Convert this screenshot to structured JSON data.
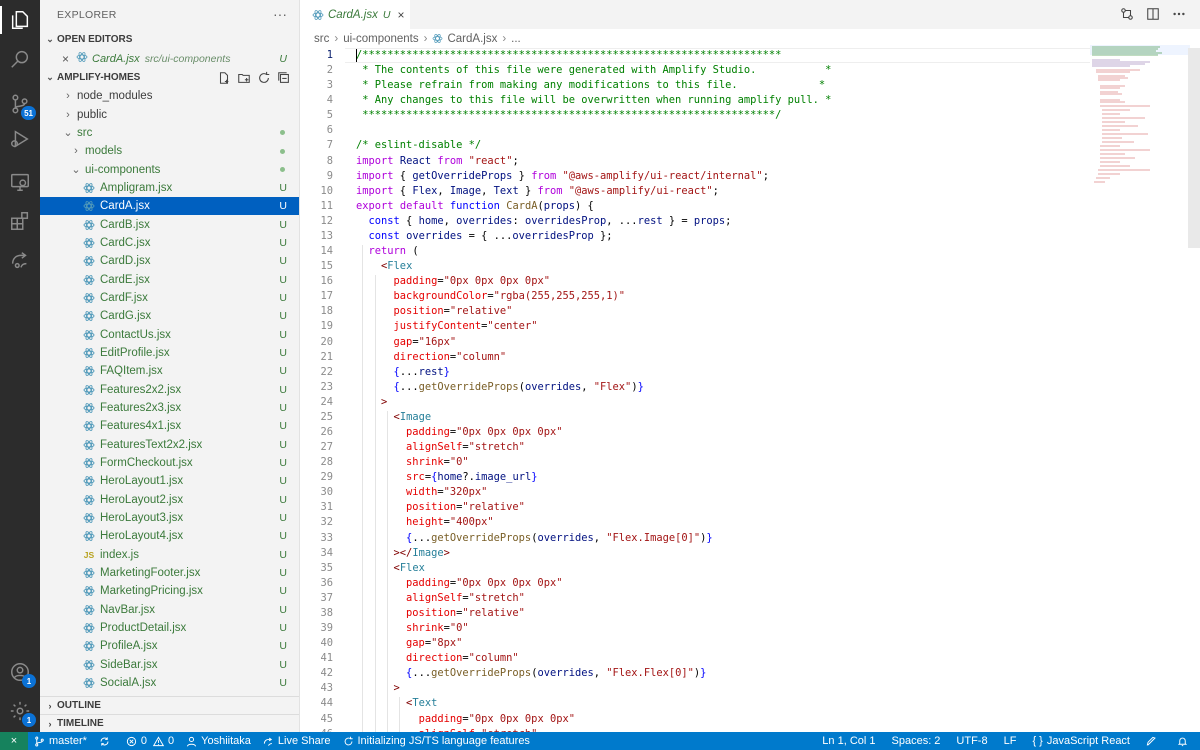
{
  "activity_bar": {
    "source_control_badge": "51",
    "accounts_badge": "1",
    "settings_badge": "1"
  },
  "sidebar": {
    "title": "EXPLORER",
    "more_label": "···",
    "open_editors_header": "OPEN EDITORS",
    "open_editor": {
      "close": "×",
      "name": "CardA.jsx",
      "path": "src/ui-components",
      "status": "U"
    },
    "workspace_header": "AMPLIFY-HOMES",
    "tree": [
      {
        "label": "node_modules",
        "kind": "folder",
        "depth": 0,
        "open": false,
        "status": ""
      },
      {
        "label": "public",
        "kind": "folder",
        "depth": 0,
        "open": false,
        "status": ""
      },
      {
        "label": "src",
        "kind": "folder",
        "depth": 0,
        "open": true,
        "status": "dot"
      },
      {
        "label": "models",
        "kind": "folder",
        "depth": 1,
        "open": false,
        "status": "dot"
      },
      {
        "label": "ui-components",
        "kind": "folder",
        "depth": 1,
        "open": true,
        "status": "dot"
      },
      {
        "label": "Ampligram.jsx",
        "kind": "react",
        "depth": 2,
        "status": "U"
      },
      {
        "label": "CardA.jsx",
        "kind": "react",
        "depth": 2,
        "status": "U",
        "selected": true
      },
      {
        "label": "CardB.jsx",
        "kind": "react",
        "depth": 2,
        "status": "U"
      },
      {
        "label": "CardC.jsx",
        "kind": "react",
        "depth": 2,
        "status": "U"
      },
      {
        "label": "CardD.jsx",
        "kind": "react",
        "depth": 2,
        "status": "U"
      },
      {
        "label": "CardE.jsx",
        "kind": "react",
        "depth": 2,
        "status": "U"
      },
      {
        "label": "CardF.jsx",
        "kind": "react",
        "depth": 2,
        "status": "U"
      },
      {
        "label": "CardG.jsx",
        "kind": "react",
        "depth": 2,
        "status": "U"
      },
      {
        "label": "ContactUs.jsx",
        "kind": "react",
        "depth": 2,
        "status": "U"
      },
      {
        "label": "EditProfile.jsx",
        "kind": "react",
        "depth": 2,
        "status": "U"
      },
      {
        "label": "FAQItem.jsx",
        "kind": "react",
        "depth": 2,
        "status": "U"
      },
      {
        "label": "Features2x2.jsx",
        "kind": "react",
        "depth": 2,
        "status": "U"
      },
      {
        "label": "Features2x3.jsx",
        "kind": "react",
        "depth": 2,
        "status": "U"
      },
      {
        "label": "Features4x1.jsx",
        "kind": "react",
        "depth": 2,
        "status": "U"
      },
      {
        "label": "FeaturesText2x2.jsx",
        "kind": "react",
        "depth": 2,
        "status": "U"
      },
      {
        "label": "FormCheckout.jsx",
        "kind": "react",
        "depth": 2,
        "status": "U"
      },
      {
        "label": "HeroLayout1.jsx",
        "kind": "react",
        "depth": 2,
        "status": "U"
      },
      {
        "label": "HeroLayout2.jsx",
        "kind": "react",
        "depth": 2,
        "status": "U"
      },
      {
        "label": "HeroLayout3.jsx",
        "kind": "react",
        "depth": 2,
        "status": "U"
      },
      {
        "label": "HeroLayout4.jsx",
        "kind": "react",
        "depth": 2,
        "status": "U"
      },
      {
        "label": "index.js",
        "kind": "js",
        "depth": 2,
        "status": "U"
      },
      {
        "label": "MarketingFooter.jsx",
        "kind": "react",
        "depth": 2,
        "status": "U"
      },
      {
        "label": "MarketingPricing.jsx",
        "kind": "react",
        "depth": 2,
        "status": "U"
      },
      {
        "label": "NavBar.jsx",
        "kind": "react",
        "depth": 2,
        "status": "U"
      },
      {
        "label": "ProductDetail.jsx",
        "kind": "react",
        "depth": 2,
        "status": "U"
      },
      {
        "label": "ProfileA.jsx",
        "kind": "react",
        "depth": 2,
        "status": "U"
      },
      {
        "label": "SideBar.jsx",
        "kind": "react",
        "depth": 2,
        "status": "U"
      },
      {
        "label": "SocialA.jsx",
        "kind": "react",
        "depth": 2,
        "status": "U"
      }
    ],
    "outline_header": "OUTLINE",
    "timeline_header": "TIMELINE"
  },
  "editor": {
    "tab": {
      "name": "CardA.jsx",
      "status": "U",
      "close": "×"
    },
    "breadcrumb": [
      "src",
      "ui-components",
      "CardA.jsx",
      "..."
    ],
    "current_line": 1,
    "lines": [
      [
        [
          "c",
          "/*******************************************************************"
        ]
      ],
      [
        [
          "c",
          " * The contents of this file were generated with Amplify Studio.           *"
        ]
      ],
      [
        [
          "c",
          " * Please refrain from making any modifications to this file.             *"
        ]
      ],
      [
        [
          "c",
          " * Any changes to this file will be overwritten when running amplify pull. *"
        ]
      ],
      [
        [
          "c",
          " ******************************************************************/"
        ]
      ],
      [],
      [
        [
          "c",
          "/* eslint-disable */"
        ]
      ],
      [
        [
          "kw",
          "import"
        ],
        [
          "p",
          " "
        ],
        [
          "v",
          "React"
        ],
        [
          "p",
          " "
        ],
        [
          "kw",
          "from"
        ],
        [
          "p",
          " "
        ],
        [
          "s",
          "\"react\""
        ],
        [
          "p",
          ";"
        ]
      ],
      [
        [
          "kw",
          "import"
        ],
        [
          "p",
          " { "
        ],
        [
          "v",
          "getOverrideProps"
        ],
        [
          "p",
          " } "
        ],
        [
          "kw",
          "from"
        ],
        [
          "p",
          " "
        ],
        [
          "s",
          "\"@aws-amplify/ui-react/internal\""
        ],
        [
          "p",
          ";"
        ]
      ],
      [
        [
          "kw",
          "import"
        ],
        [
          "p",
          " { "
        ],
        [
          "v",
          "Flex"
        ],
        [
          "p",
          ", "
        ],
        [
          "v",
          "Image"
        ],
        [
          "p",
          ", "
        ],
        [
          "v",
          "Text"
        ],
        [
          "p",
          " } "
        ],
        [
          "kw",
          "from"
        ],
        [
          "p",
          " "
        ],
        [
          "s",
          "\"@aws-amplify/ui-react\""
        ],
        [
          "p",
          ";"
        ]
      ],
      [
        [
          "kw",
          "export"
        ],
        [
          "p",
          " "
        ],
        [
          "kw",
          "default"
        ],
        [
          "p",
          " "
        ],
        [
          "k",
          "function"
        ],
        [
          "p",
          " "
        ],
        [
          "f",
          "CardA"
        ],
        [
          "p",
          "("
        ],
        [
          "v",
          "props"
        ],
        [
          "p",
          ") {"
        ]
      ],
      [
        [
          "p",
          "  "
        ],
        [
          "k",
          "const"
        ],
        [
          "p",
          " { "
        ],
        [
          "v",
          "home"
        ],
        [
          "p",
          ", "
        ],
        [
          "v",
          "overrides"
        ],
        [
          "p",
          ": "
        ],
        [
          "v",
          "overridesProp"
        ],
        [
          "p",
          ", ..."
        ],
        [
          "v",
          "rest"
        ],
        [
          "p",
          " } = "
        ],
        [
          "v",
          "props"
        ],
        [
          "p",
          ";"
        ]
      ],
      [
        [
          "p",
          "  "
        ],
        [
          "k",
          "const"
        ],
        [
          "p",
          " "
        ],
        [
          "v",
          "overrides"
        ],
        [
          "p",
          " = { ..."
        ],
        [
          "v",
          "overridesProp"
        ],
        [
          "p",
          " };"
        ]
      ],
      [
        [
          "p",
          "  "
        ],
        [
          "kw",
          "return"
        ],
        [
          "p",
          " ("
        ]
      ],
      [
        [
          "p",
          "    "
        ],
        [
          "tg",
          "<"
        ],
        [
          "t",
          "Flex"
        ]
      ],
      [
        [
          "p",
          "      "
        ],
        [
          "at",
          "padding"
        ],
        [
          "p",
          "="
        ],
        [
          "s",
          "\"0px 0px 0px 0px\""
        ]
      ],
      [
        [
          "p",
          "      "
        ],
        [
          "at",
          "backgroundColor"
        ],
        [
          "p",
          "="
        ],
        [
          "s",
          "\"rgba(255,255,255,1)\""
        ]
      ],
      [
        [
          "p",
          "      "
        ],
        [
          "at",
          "position"
        ],
        [
          "p",
          "="
        ],
        [
          "s",
          "\"relative\""
        ]
      ],
      [
        [
          "p",
          "      "
        ],
        [
          "at",
          "justifyContent"
        ],
        [
          "p",
          "="
        ],
        [
          "s",
          "\"center\""
        ]
      ],
      [
        [
          "p",
          "      "
        ],
        [
          "at",
          "gap"
        ],
        [
          "p",
          "="
        ],
        [
          "s",
          "\"16px\""
        ]
      ],
      [
        [
          "p",
          "      "
        ],
        [
          "at",
          "direction"
        ],
        [
          "p",
          "="
        ],
        [
          "s",
          "\"column\""
        ]
      ],
      [
        [
          "p",
          "      "
        ],
        [
          "k",
          "{"
        ],
        [
          "p",
          "..."
        ],
        [
          "v",
          "rest"
        ],
        [
          "k",
          "}"
        ]
      ],
      [
        [
          "p",
          "      "
        ],
        [
          "k",
          "{"
        ],
        [
          "p",
          "..."
        ],
        [
          "f",
          "getOverrideProps"
        ],
        [
          "p",
          "("
        ],
        [
          "v",
          "overrides"
        ],
        [
          "p",
          ", "
        ],
        [
          "s",
          "\"Flex\""
        ],
        [
          "p",
          ")"
        ],
        [
          "k",
          "}"
        ]
      ],
      [
        [
          "p",
          "    "
        ],
        [
          "tg",
          ">"
        ]
      ],
      [
        [
          "p",
          "      "
        ],
        [
          "tg",
          "<"
        ],
        [
          "t",
          "Image"
        ]
      ],
      [
        [
          "p",
          "        "
        ],
        [
          "at",
          "padding"
        ],
        [
          "p",
          "="
        ],
        [
          "s",
          "\"0px 0px 0px 0px\""
        ]
      ],
      [
        [
          "p",
          "        "
        ],
        [
          "at",
          "alignSelf"
        ],
        [
          "p",
          "="
        ],
        [
          "s",
          "\"stretch\""
        ]
      ],
      [
        [
          "p",
          "        "
        ],
        [
          "at",
          "shrink"
        ],
        [
          "p",
          "="
        ],
        [
          "s",
          "\"0\""
        ]
      ],
      [
        [
          "p",
          "        "
        ],
        [
          "at",
          "src"
        ],
        [
          "p",
          "="
        ],
        [
          "k",
          "{"
        ],
        [
          "v",
          "home"
        ],
        [
          "p",
          "?."
        ],
        [
          "v",
          "image_url"
        ],
        [
          "k",
          "}"
        ]
      ],
      [
        [
          "p",
          "        "
        ],
        [
          "at",
          "width"
        ],
        [
          "p",
          "="
        ],
        [
          "s",
          "\"320px\""
        ]
      ],
      [
        [
          "p",
          "        "
        ],
        [
          "at",
          "position"
        ],
        [
          "p",
          "="
        ],
        [
          "s",
          "\"relative\""
        ]
      ],
      [
        [
          "p",
          "        "
        ],
        [
          "at",
          "height"
        ],
        [
          "p",
          "="
        ],
        [
          "s",
          "\"400px\""
        ]
      ],
      [
        [
          "p",
          "        "
        ],
        [
          "k",
          "{"
        ],
        [
          "p",
          "..."
        ],
        [
          "f",
          "getOverrideProps"
        ],
        [
          "p",
          "("
        ],
        [
          "v",
          "overrides"
        ],
        [
          "p",
          ", "
        ],
        [
          "s",
          "\"Flex.Image[0]\""
        ],
        [
          "p",
          ")"
        ],
        [
          "k",
          "}"
        ]
      ],
      [
        [
          "p",
          "      "
        ],
        [
          "tg",
          "></"
        ],
        [
          "t",
          "Image"
        ],
        [
          "tg",
          ">"
        ]
      ],
      [
        [
          "p",
          "      "
        ],
        [
          "tg",
          "<"
        ],
        [
          "t",
          "Flex"
        ]
      ],
      [
        [
          "p",
          "        "
        ],
        [
          "at",
          "padding"
        ],
        [
          "p",
          "="
        ],
        [
          "s",
          "\"0px 0px 0px 0px\""
        ]
      ],
      [
        [
          "p",
          "        "
        ],
        [
          "at",
          "alignSelf"
        ],
        [
          "p",
          "="
        ],
        [
          "s",
          "\"stretch\""
        ]
      ],
      [
        [
          "p",
          "        "
        ],
        [
          "at",
          "position"
        ],
        [
          "p",
          "="
        ],
        [
          "s",
          "\"relative\""
        ]
      ],
      [
        [
          "p",
          "        "
        ],
        [
          "at",
          "shrink"
        ],
        [
          "p",
          "="
        ],
        [
          "s",
          "\"0\""
        ]
      ],
      [
        [
          "p",
          "        "
        ],
        [
          "at",
          "gap"
        ],
        [
          "p",
          "="
        ],
        [
          "s",
          "\"8px\""
        ]
      ],
      [
        [
          "p",
          "        "
        ],
        [
          "at",
          "direction"
        ],
        [
          "p",
          "="
        ],
        [
          "s",
          "\"column\""
        ]
      ],
      [
        [
          "p",
          "        "
        ],
        [
          "k",
          "{"
        ],
        [
          "p",
          "..."
        ],
        [
          "f",
          "getOverrideProps"
        ],
        [
          "p",
          "("
        ],
        [
          "v",
          "overrides"
        ],
        [
          "p",
          ", "
        ],
        [
          "s",
          "\"Flex.Flex[0]\""
        ],
        [
          "p",
          ")"
        ],
        [
          "k",
          "}"
        ]
      ],
      [
        [
          "p",
          "      "
        ],
        [
          "tg",
          ">"
        ]
      ],
      [
        [
          "p",
          "        "
        ],
        [
          "tg",
          "<"
        ],
        [
          "t",
          "Text"
        ]
      ],
      [
        [
          "p",
          "          "
        ],
        [
          "at",
          "padding"
        ],
        [
          "p",
          "="
        ],
        [
          "s",
          "\"0px 0px 0px 0px\""
        ]
      ],
      [
        [
          "p",
          "          "
        ],
        [
          "at",
          "alignSelf"
        ],
        [
          "p",
          "="
        ],
        [
          "s",
          "\"stretch\""
        ]
      ]
    ]
  },
  "statusbar": {
    "remote": "×",
    "branch": "master*",
    "errors": "0",
    "warnings": "0",
    "user": "Yoshiitaka",
    "live_share": "Live Share",
    "initializing": "Initializing JS/TS language features",
    "position": "Ln 1, Col 1",
    "spaces": "Spaces: 2",
    "encoding": "UTF-8",
    "eol": "LF",
    "language": "JavaScript React"
  },
  "colors": {
    "activity_bar": "#2c2c2c",
    "sidebar": "#f3f3f3",
    "selection": "#0060c0",
    "status_bar": "#007acc",
    "untracked": "#3b7a3b"
  }
}
